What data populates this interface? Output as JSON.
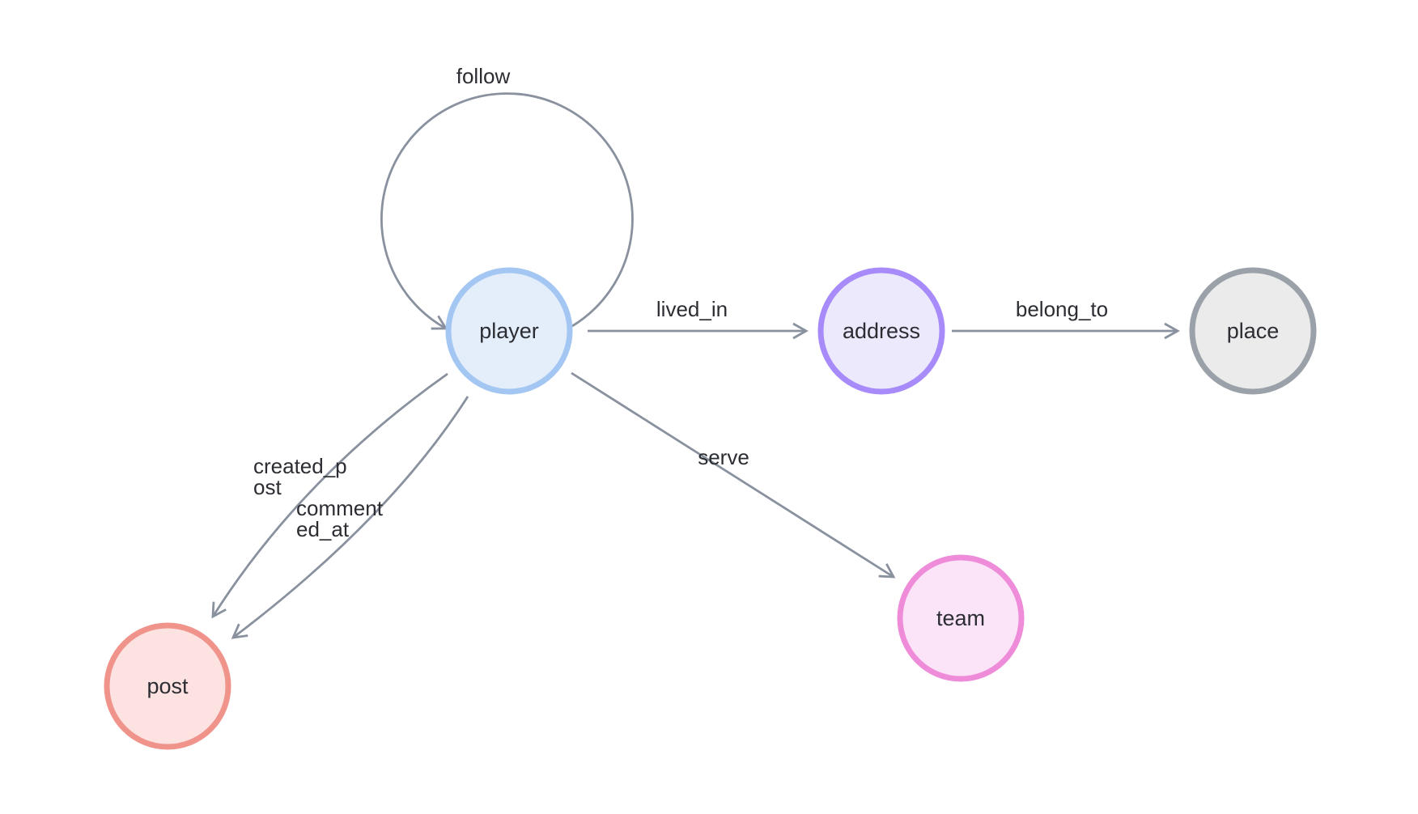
{
  "diagram": {
    "kind": "graph-schema",
    "background": "#ffffff",
    "edge_color": "#8a919e",
    "label_color": "#2b2d33",
    "nodes": [
      {
        "id": "player",
        "label": "player",
        "fill": "#e4eefb",
        "stroke": "#a3c7f2"
      },
      {
        "id": "address",
        "label": "address",
        "fill": "#ece9fc",
        "stroke": "#a78bfa"
      },
      {
        "id": "place",
        "label": "place",
        "fill": "#ebebeb",
        "stroke": "#9ba1a9"
      },
      {
        "id": "post",
        "label": "post",
        "fill": "#fce3e1",
        "stroke": "#f0938b"
      },
      {
        "id": "team",
        "label": "team",
        "fill": "#fce4f8",
        "stroke": "#ee8cd9"
      }
    ],
    "edges": [
      {
        "id": "follow",
        "label": "follow",
        "from": "player",
        "to": "player",
        "label_lines": [
          "follow"
        ]
      },
      {
        "id": "lived_in",
        "label": "lived_in",
        "from": "player",
        "to": "address",
        "label_lines": [
          "lived_in"
        ]
      },
      {
        "id": "belong_to",
        "label": "belong_to",
        "from": "address",
        "to": "place",
        "label_lines": [
          "belong_to"
        ]
      },
      {
        "id": "serve",
        "label": "serve",
        "from": "player",
        "to": "team",
        "label_lines": [
          "serve"
        ]
      },
      {
        "id": "created_post",
        "label": "created_post",
        "from": "player",
        "to": "post",
        "label_lines": [
          "created_p",
          "ost"
        ]
      },
      {
        "id": "commented_at",
        "label": "commented_at",
        "from": "player",
        "to": "post",
        "label_lines": [
          "comment",
          "ed_at"
        ]
      }
    ]
  }
}
